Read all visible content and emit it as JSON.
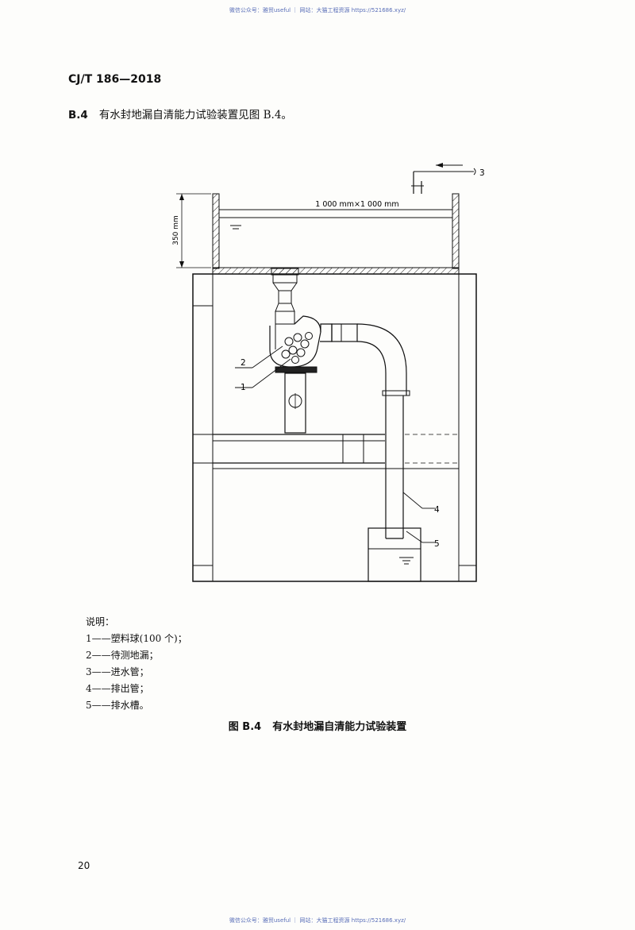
{
  "watermark": {
    "top": "微信公众号：雅贸useful ｜ 网站：大猫工程资源 https://521686.xyz/",
    "bottom": "微信公众号：雅贸useful ｜ 网站：大猫工程资源 https://521686.xyz/"
  },
  "header": {
    "standard_code": "CJ/T 186—2018"
  },
  "clause": {
    "number": "B.4",
    "text": "有水封地漏自清能力试验装置见图 B.4。"
  },
  "diagram": {
    "tank_size_label": "1 000 mm×1 000 mm",
    "height_label": "350 mm",
    "callouts": [
      "1",
      "2",
      "3",
      "4",
      "5"
    ]
  },
  "legend": {
    "title": "说明：",
    "items": [
      "1——塑料球(100 个)；",
      "2——待测地漏；",
      "3——进水管；",
      "4——排出管；",
      "5——排水槽。"
    ]
  },
  "caption": {
    "figure_no": "图 B.4",
    "title": "有水封地漏自清能力试验装置"
  },
  "page_number": "20"
}
